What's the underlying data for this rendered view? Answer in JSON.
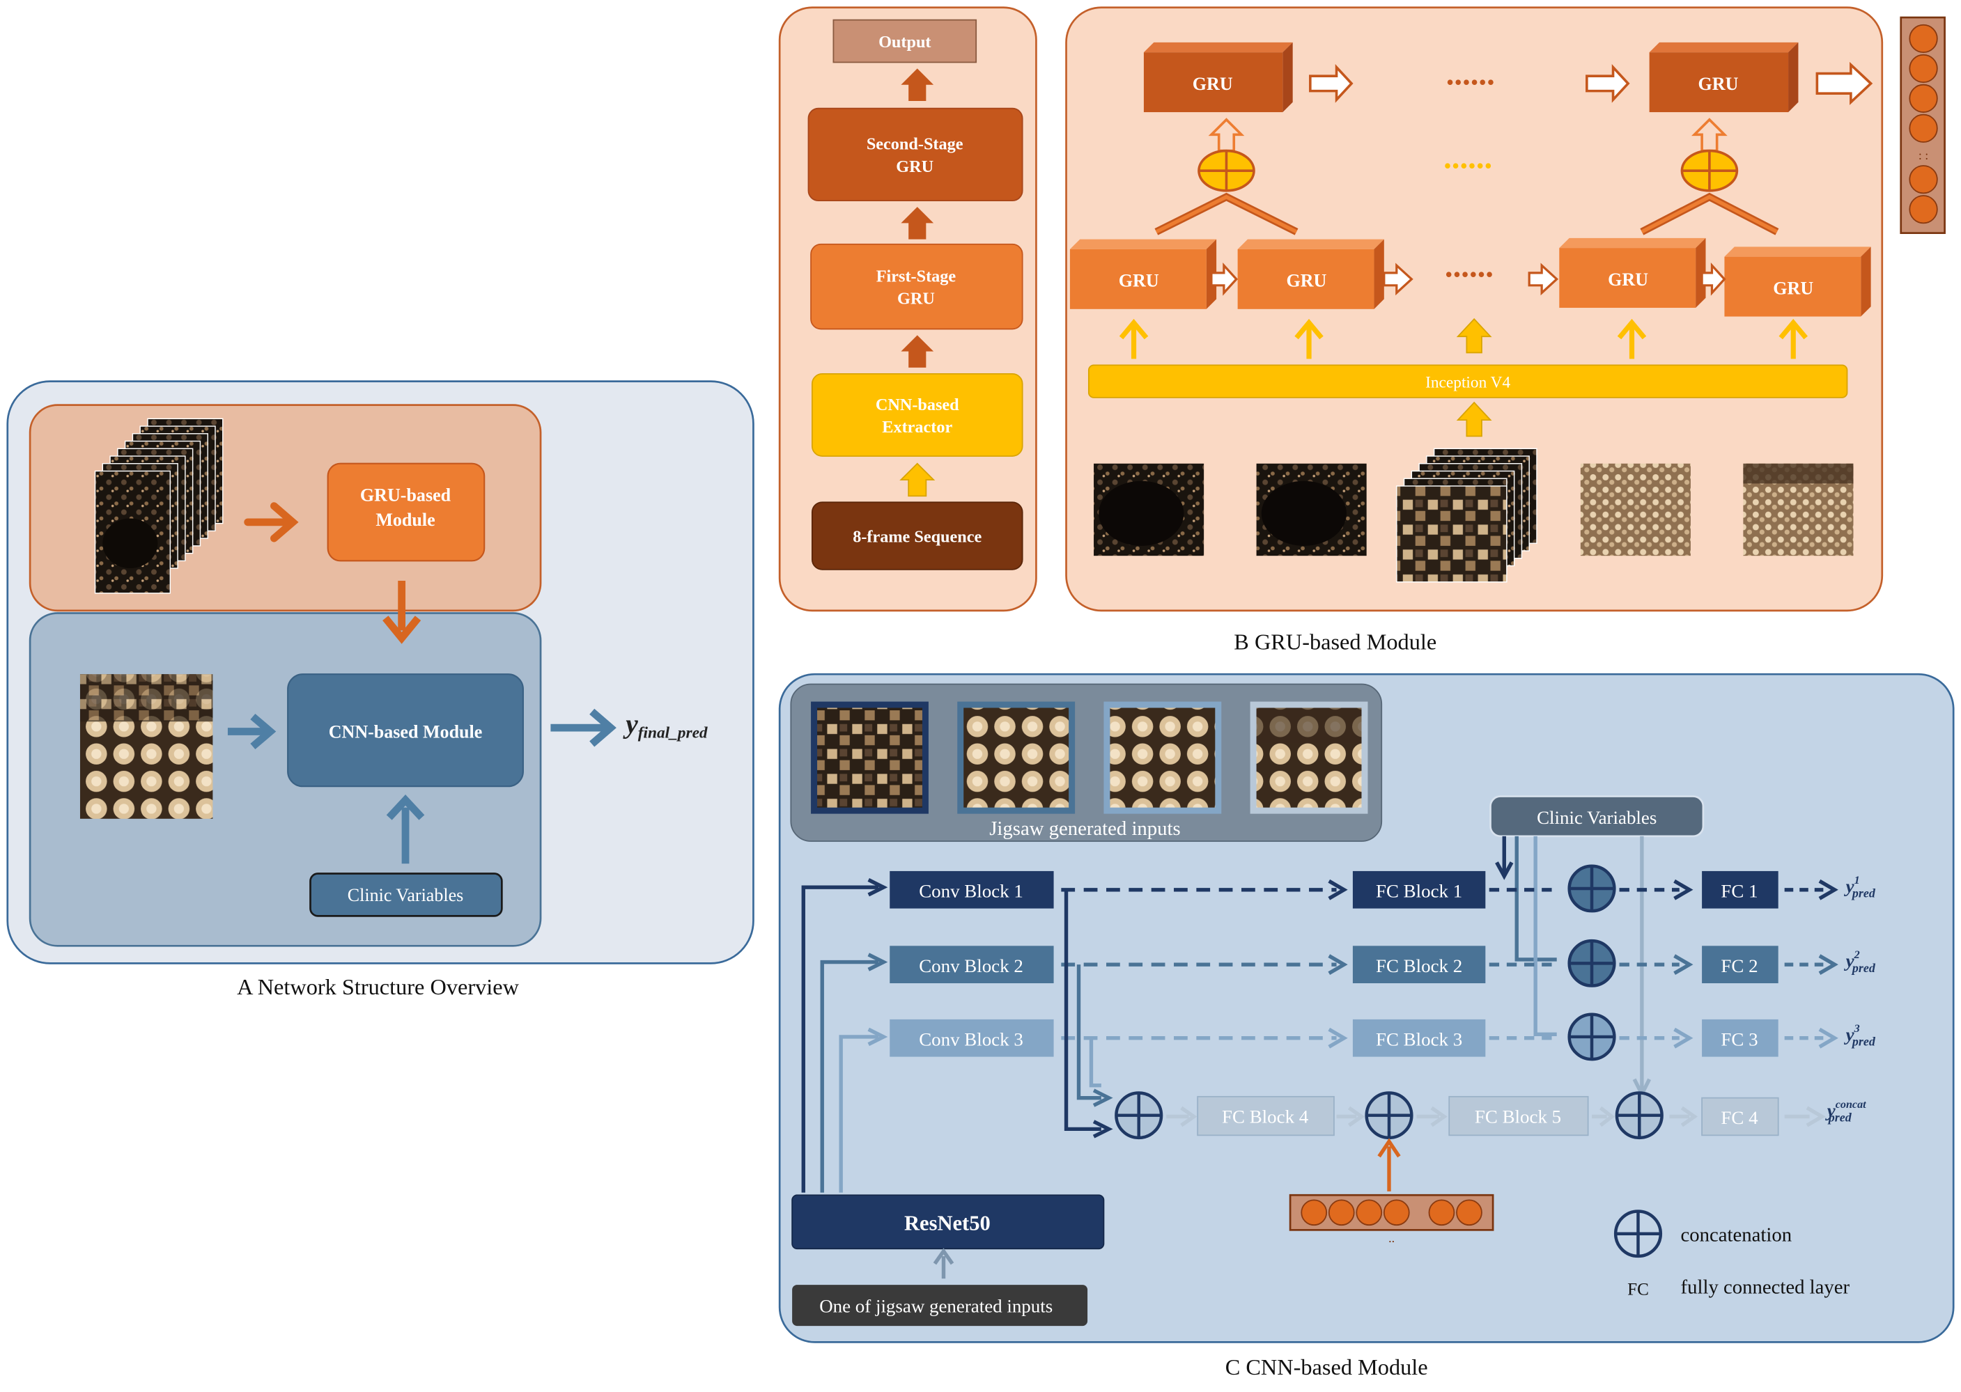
{
  "panel_a": {
    "caption": "A  Network Structure Overview",
    "gru_module": "GRU-based\nModule",
    "cnn_module": "CNN-based Module",
    "clinic": "Clinic Variables",
    "output_main": "y",
    "output_sub": "final_pred"
  },
  "panel_b": {
    "caption": "B  GRU-based Module",
    "stack": [
      "Output",
      "Second-Stage\nGRU",
      "First-Stage\nGRU",
      "CNN-based\nExtractor",
      "8-frame Sequence"
    ],
    "gru_label": "GRU",
    "dots": "......",
    "inception": "Inception V4",
    "vec_dots": ": :"
  },
  "panel_c": {
    "caption": "C  CNN-based Module",
    "jigsaw_label": "Jigsaw generated inputs",
    "clinic": "Clinic Variables",
    "conv_blocks": [
      "Conv Block 1",
      "Conv Block 2",
      "Conv Block 3"
    ],
    "fc_blocks": [
      "FC Block 1",
      "FC Block 2",
      "FC Block 3",
      "FC Block 4",
      "FC Block 5"
    ],
    "fc_outputs": [
      "FC 1",
      "FC 2",
      "FC 3",
      "FC 4"
    ],
    "preds": [
      {
        "main": "y",
        "sup": "1",
        "sub": "pred"
      },
      {
        "main": "y",
        "sup": "2",
        "sub": "pred"
      },
      {
        "main": "y",
        "sup": "3",
        "sub": "pred"
      },
      {
        "main": "y",
        "sup": "concat",
        "sub": "pred"
      }
    ],
    "resnet": "ResNet50",
    "input_label": "One of jigsaw generated inputs",
    "vec_dots": "..",
    "legend": {
      "concat": "concatenation",
      "fc_abbr": "FC",
      "fc_full": "fully connected layer"
    }
  },
  "colors": {
    "orange_dark": "#c5571c",
    "orange": "#ed7d31",
    "yellow": "#ffc000",
    "brown": "#7a3510",
    "navy": "#1f3864",
    "steel": "#4a7396"
  }
}
